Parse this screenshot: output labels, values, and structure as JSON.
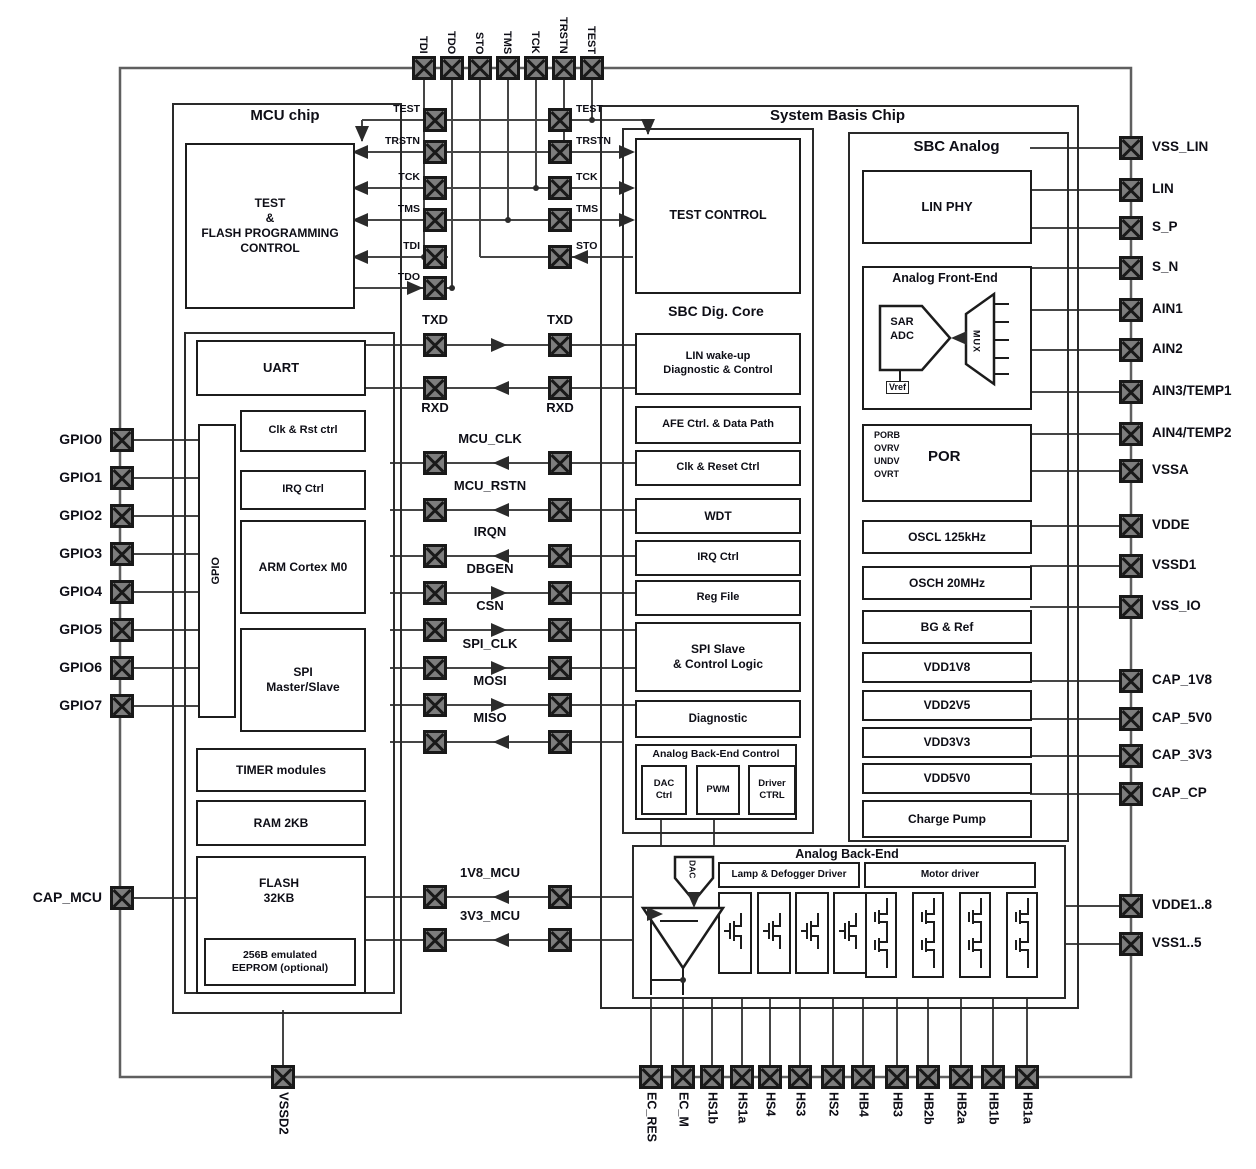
{
  "colors": {
    "line": "#454545",
    "border": "#1c1c1c",
    "text": "#0e0e16",
    "pad_fill": "#7d7d7d",
    "outer_border": "#5f5f5f"
  },
  "pins": {
    "top": [
      "TDI",
      "TDO",
      "STO",
      "TMS",
      "TCK",
      "TRSTN",
      "TEST"
    ],
    "left": [
      "GPIO0",
      "GPIO1",
      "GPIO2",
      "GPIO3",
      "GPIO4",
      "GPIO5",
      "GPIO6",
      "GPIO7"
    ],
    "cap_mcu": "CAP_MCU",
    "vssd2": "VSSD2",
    "right": [
      "VSS_LIN",
      "LIN",
      "S_P",
      "S_N",
      "AIN1",
      "AIN2",
      "AIN3/TEMP1",
      "AIN4/TEMP2",
      "VSSA",
      "VDDE",
      "VSSD1",
      "VSS_IO",
      "CAP_1V8",
      "CAP_5V0",
      "CAP_3V3",
      "CAP_CP",
      "VDDE1..8",
      "VSS1..5"
    ],
    "bottom": [
      "EC_RES",
      "EC_M",
      "HS1b",
      "HS1a",
      "HS4",
      "HS3",
      "HS2",
      "HB4",
      "HB3",
      "HB2b",
      "HB2a",
      "HB1b",
      "HB1a"
    ]
  },
  "jtag": {
    "mcu": [
      "TEST",
      "TRSTN",
      "TCK",
      "TMS",
      "TDI",
      "TDO"
    ],
    "sbc": [
      "TEST",
      "TRSTN",
      "TCK",
      "TMS",
      "STO"
    ]
  },
  "signals": {
    "txd": "TXD",
    "rxd": "RXD",
    "mid": [
      "MCU_CLK",
      "MCU_RSTN",
      "IRQN",
      "DBGEN",
      "CSN",
      "SPI_CLK",
      "MOSI",
      "MISO"
    ],
    "power": [
      "1V8_MCU",
      "3V3_MCU"
    ]
  },
  "mcu": {
    "title": "MCU chip",
    "test_flash": "TEST\n&\nFLASH PROGRAMMING\nCONTROL",
    "uart": "UART",
    "gpio": "GPIO",
    "clk_rst": "Clk & Rst ctrl",
    "irq": "IRQ Ctrl",
    "arm": "ARM Cortex M0",
    "spi": "SPI\nMaster/Slave",
    "timer": "TIMER modules",
    "ram": "RAM 2KB",
    "flash": "FLASH\n32KB",
    "eeprom": "256B emulated\nEEPROM (optional)"
  },
  "sbc": {
    "title": "System Basis Chip",
    "dig": {
      "title": "SBC Dig. Core",
      "test_control": "TEST CONTROL",
      "lin_wakeup": "LIN wake-up\nDiagnostic & Control",
      "afe_ctrl": "AFE Ctrl. & Data Path",
      "clk_reset": "Clk & Reset Ctrl",
      "wdt": "WDT",
      "irq": "IRQ Ctrl",
      "reg_file": "Reg File",
      "spi_slave": "SPI Slave\n& Control Logic",
      "diagnostic": "Diagnostic",
      "abe_ctrl": {
        "title": "Analog Back-End Control",
        "dac": "DAC\nCtrl",
        "pwm": "PWM",
        "driver": "Driver\nCTRL"
      }
    },
    "analog": {
      "title": "SBC Analog",
      "lin_phy": "LIN PHY",
      "afe": {
        "title": "Analog Front-End",
        "adc": "SAR\nADC",
        "mux": "MUX",
        "vref": "Vref"
      },
      "por": {
        "flags": "PORB\nOVRV\nUNDV\nOVRT",
        "label": "POR"
      },
      "oscl": "OSCL 125kHz",
      "osch": "OSCH 20MHz",
      "bg": "BG & Ref",
      "vdd1v8": "VDD1V8",
      "vdd2v5": "VDD2V5",
      "vdd3v3": "VDD3V3",
      "vdd5v0": "VDD5V0",
      "cp": "Charge Pump"
    },
    "abe": {
      "title": "Analog Back-End",
      "dac": "DAC",
      "lamp": "Lamp & Defogger Driver",
      "motor": "Motor driver"
    }
  }
}
